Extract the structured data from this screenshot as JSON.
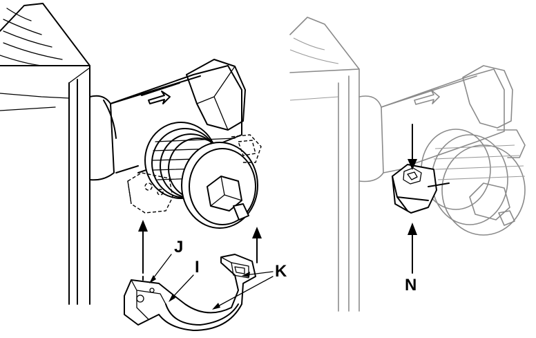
{
  "figure": {
    "colors": {
      "ink": "#000000",
      "faded": "#8a8a8a",
      "background": "#ffffff"
    },
    "left_panel": {
      "labels": {
        "j": "J",
        "i": "I",
        "k": "K"
      }
    },
    "right_panel": {
      "labels": {
        "n": "N"
      }
    }
  }
}
